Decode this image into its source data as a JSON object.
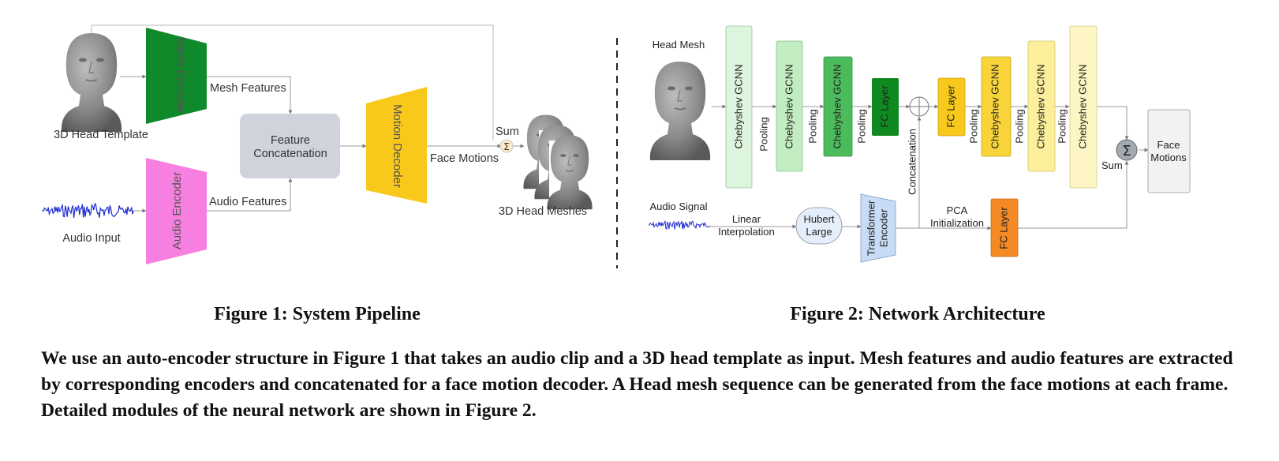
{
  "figure1": {
    "caption": "Figure 1: System Pipeline",
    "head_template_label": "3D Head Template",
    "mesh_encoder": "Mesh Encoder",
    "mesh_features": "Mesh Features",
    "audio_input_label": "Audio Input",
    "audio_encoder": "Audio Encoder",
    "audio_features": "Audio Features",
    "feature_concat_line1": "Feature",
    "feature_concat_line2": "Concatenation",
    "motion_decoder": "Motion Decoder",
    "face_motions": "Face Motions",
    "sum": "Sum",
    "sum_symbol": "Σ",
    "head_meshes_label": "3D Head Meshes"
  },
  "figure2": {
    "caption": "Figure 2: Network Architecture",
    "head_mesh_label": "Head Mesh",
    "gcnn": "Chebyshev GCNN",
    "pooling": "Pooling",
    "fc_layer": "FC Layer",
    "concatenation": "Concatenation",
    "audio_signal": "Audio Signal",
    "linear_interp_line1": "Linear",
    "linear_interp_line2": "Interpolation",
    "hubert_line1": "Hubert",
    "hubert_line2": "Large",
    "transformer_line1": "Transformer",
    "transformer_line2": "Encoder",
    "pca_line1": "PCA",
    "pca_line2": "Initialization",
    "sum": "Sum",
    "sum_symbol": "Σ",
    "face_motions_line1": "Face",
    "face_motions_line2": "Motions"
  },
  "colors": {
    "mesh_encoder": "#0f8a2a",
    "audio_encoder": "#f77fe0",
    "feature_concat": "#cfd4dc",
    "motion_decoder": "#f8c91a",
    "gcnn_1": "#dcf5dc",
    "gcnn_2": "#c2edc2",
    "gcnn_3": "#4cbb5c",
    "fc_green": "#0e8a20",
    "fc_yellow": "#f8c91a",
    "gcnn_yellow_1": "#f8d43a",
    "gcnn_yellow_2": "#fbef9c",
    "gcnn_yellow_3": "#fdf6c4",
    "fc_orange": "#f58a25",
    "hubert": "#e5eefb",
    "transformer": "#c9dcf5",
    "face_motions_box": "#f1f2f3",
    "waveform": "#1e2bcf"
  },
  "paragraph": "We use an auto-encoder structure in Figure 1 that takes an audio clip and a 3D head template as input. Mesh features and audio features are extracted by corresponding encoders and concatenated for a face motion decoder. A Head mesh sequence can be generated from the face motions at each frame. Detailed modules of the neural network are shown in Figure 2."
}
